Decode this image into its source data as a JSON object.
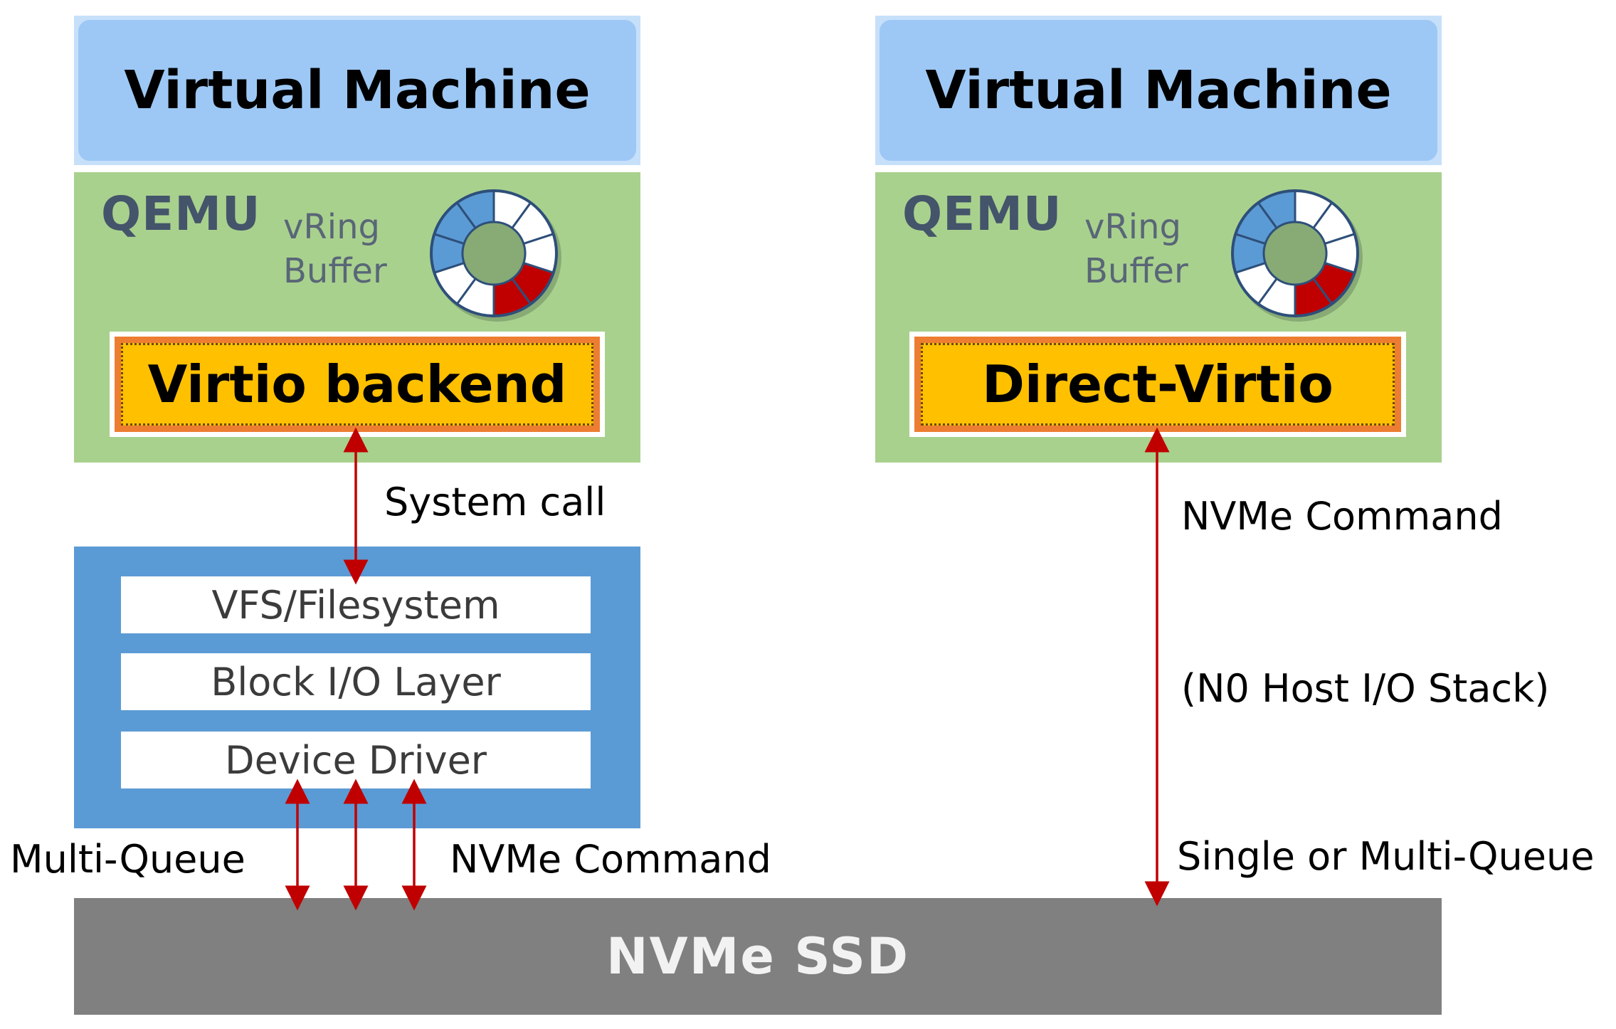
{
  "left_stack": {
    "vm_title": "Virtual Machine",
    "qemu_label": "QEMU",
    "vring_label": "vRing\nBuffer",
    "backend_label": "Virtio backend",
    "syscall_label": "System call",
    "layers": [
      "VFS/Filesystem",
      "Block I/O Layer",
      "Device Driver"
    ],
    "queue_label": "Multi-Queue",
    "command_label": "NVMe Command"
  },
  "right_stack": {
    "vm_title": "Virtual Machine",
    "qemu_label": "QEMU",
    "vring_label": "vRing\nBuffer",
    "backend_label": "Direct-Virtio",
    "command_label": "NVMe Command",
    "no_stack_label": "(N0 Host I/O Stack)",
    "queue_label": "Single or Multi-Queue"
  },
  "ssd": {
    "label": "NVMe SSD"
  },
  "colors": {
    "vm_fill": "#9dc8f5",
    "qemu_fill": "#a9d18e",
    "backend_fill": "#ffc000",
    "backend_border": "#ed7d31",
    "host_stack_fill": "#5b9bd5",
    "ssd_fill": "#808080",
    "arrow": "#c00000",
    "ring_blue": "#5b9bd5",
    "ring_red": "#c00000"
  },
  "icons": {
    "vring": "ring-buffer-icon"
  }
}
